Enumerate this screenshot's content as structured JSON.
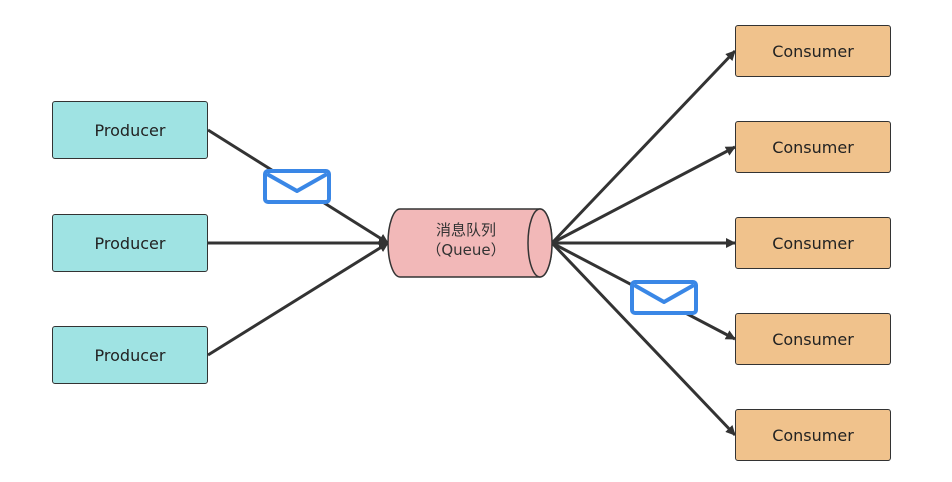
{
  "colors": {
    "producer_fill": "#9fe3e3",
    "consumer_fill": "#f0c28c",
    "queue_fill": "#f2b8b8",
    "envelope": "#3a87e6",
    "line": "#333333"
  },
  "producers": [
    "Producer",
    "Producer",
    "Producer"
  ],
  "queue": {
    "line1": "消息队列",
    "line2": "（Queue）"
  },
  "consumers": [
    "Consumer",
    "Consumer",
    "Consumer",
    "Consumer",
    "Consumer"
  ],
  "icons": {
    "message": "envelope-icon"
  }
}
